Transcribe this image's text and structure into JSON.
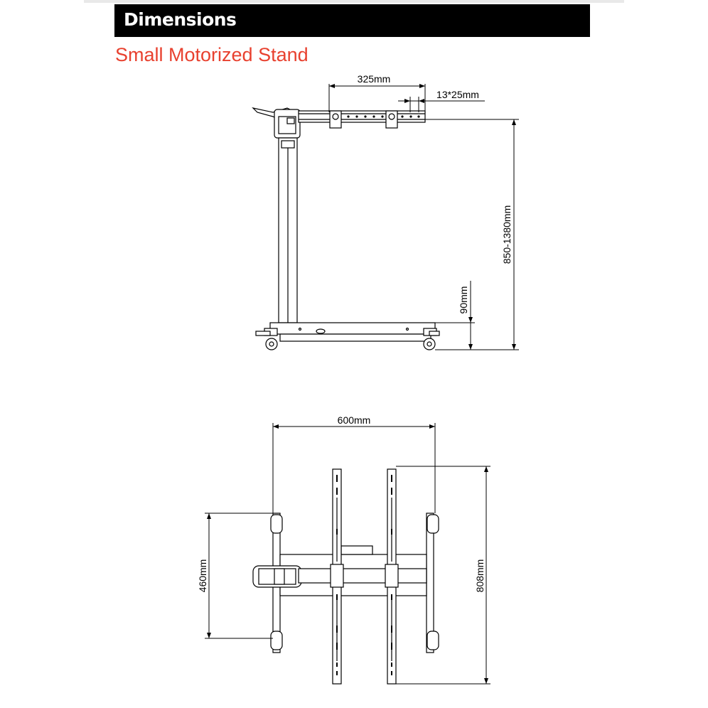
{
  "header": {
    "title": "Dimensions"
  },
  "subtitle": "Small Motorized Stand",
  "accent_color": "#e8412f",
  "side_view": {
    "dim_width": "325mm",
    "dim_holes": "13*25mm",
    "dim_height": "850-1380mm",
    "dim_base": "90mm"
  },
  "top_view": {
    "dim_width": "600mm",
    "dim_depth": "460mm",
    "dim_length": "808mm"
  }
}
